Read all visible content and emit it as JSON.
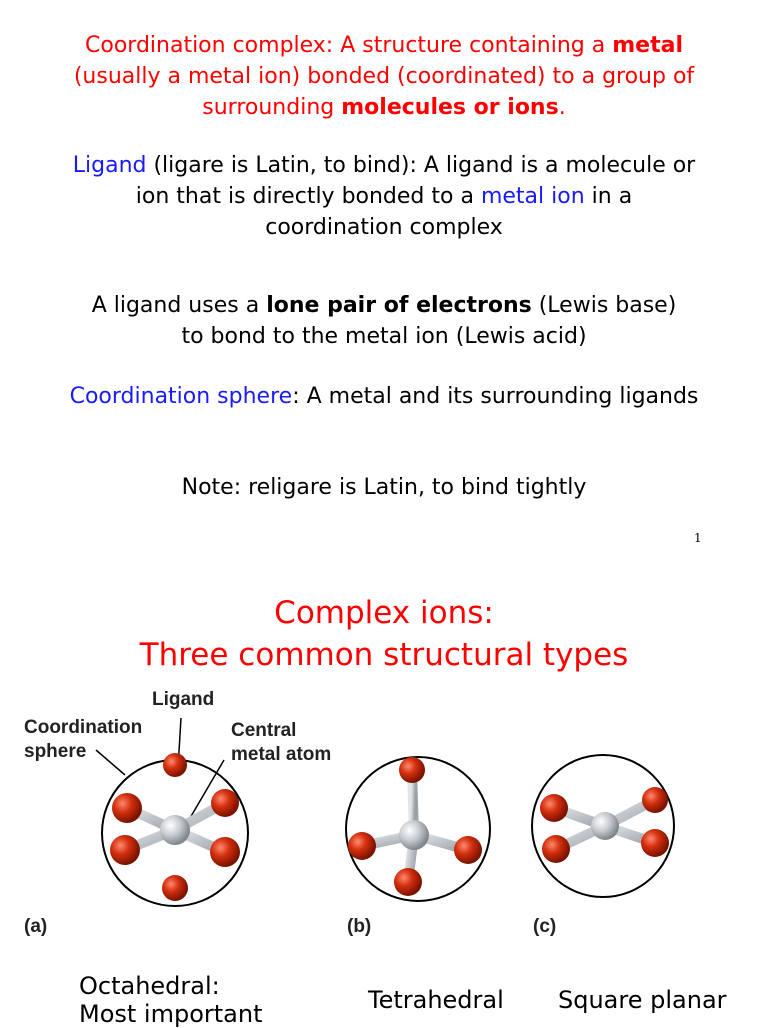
{
  "slide1": {
    "definition": {
      "part1": "Coordination complex: A structure containing a ",
      "metal": "metal",
      "part2": "(usually a metal ion)  bonded (coordinated) to a group of",
      "part3": "surrounding ",
      "molecules": "molecules or ions",
      "period": "."
    },
    "ligand_def": {
      "term": "Ligand",
      "part1": " (ligare is Latin, to bind): A ligand is a molecule or",
      "part2": "ion that is directly bonded to a ",
      "metal_ion": "metal ion",
      "part3": " in a",
      "part4": "coordination complex"
    },
    "lone_pair": {
      "part1": "A ligand uses a ",
      "bold": "lone pair of electrons",
      "part2": " (Lewis base)",
      "part3": "to bond to the metal ion (Lewis acid)"
    },
    "sphere_def": {
      "term": "Coordination sphere",
      "rest": ": A metal and its surrounding ligands"
    },
    "note": "Note: religare is Latin, to bind tightly",
    "page_number": "1"
  },
  "slide2": {
    "title_line1": "Complex ions:",
    "title_line2": "Three common structural types",
    "labels": {
      "ligand": "Ligand",
      "coord_sphere_1": "Coordination",
      "coord_sphere_2": "sphere",
      "central_1": "Central",
      "central_2": "metal atom",
      "a": "(a)",
      "b": "(b)",
      "c": "(c)"
    },
    "captions": {
      "octahedral_1": "Octahedral:",
      "octahedral_2": "Most important",
      "tetrahedral": "Tetrahedral",
      "square_planar": "Square planar"
    }
  },
  "colors": {
    "text_red": "#ff0000",
    "text_blue": "#1a1aff",
    "ligand_atom": "#cc2200",
    "metal_atom": "#c8cdd2"
  }
}
